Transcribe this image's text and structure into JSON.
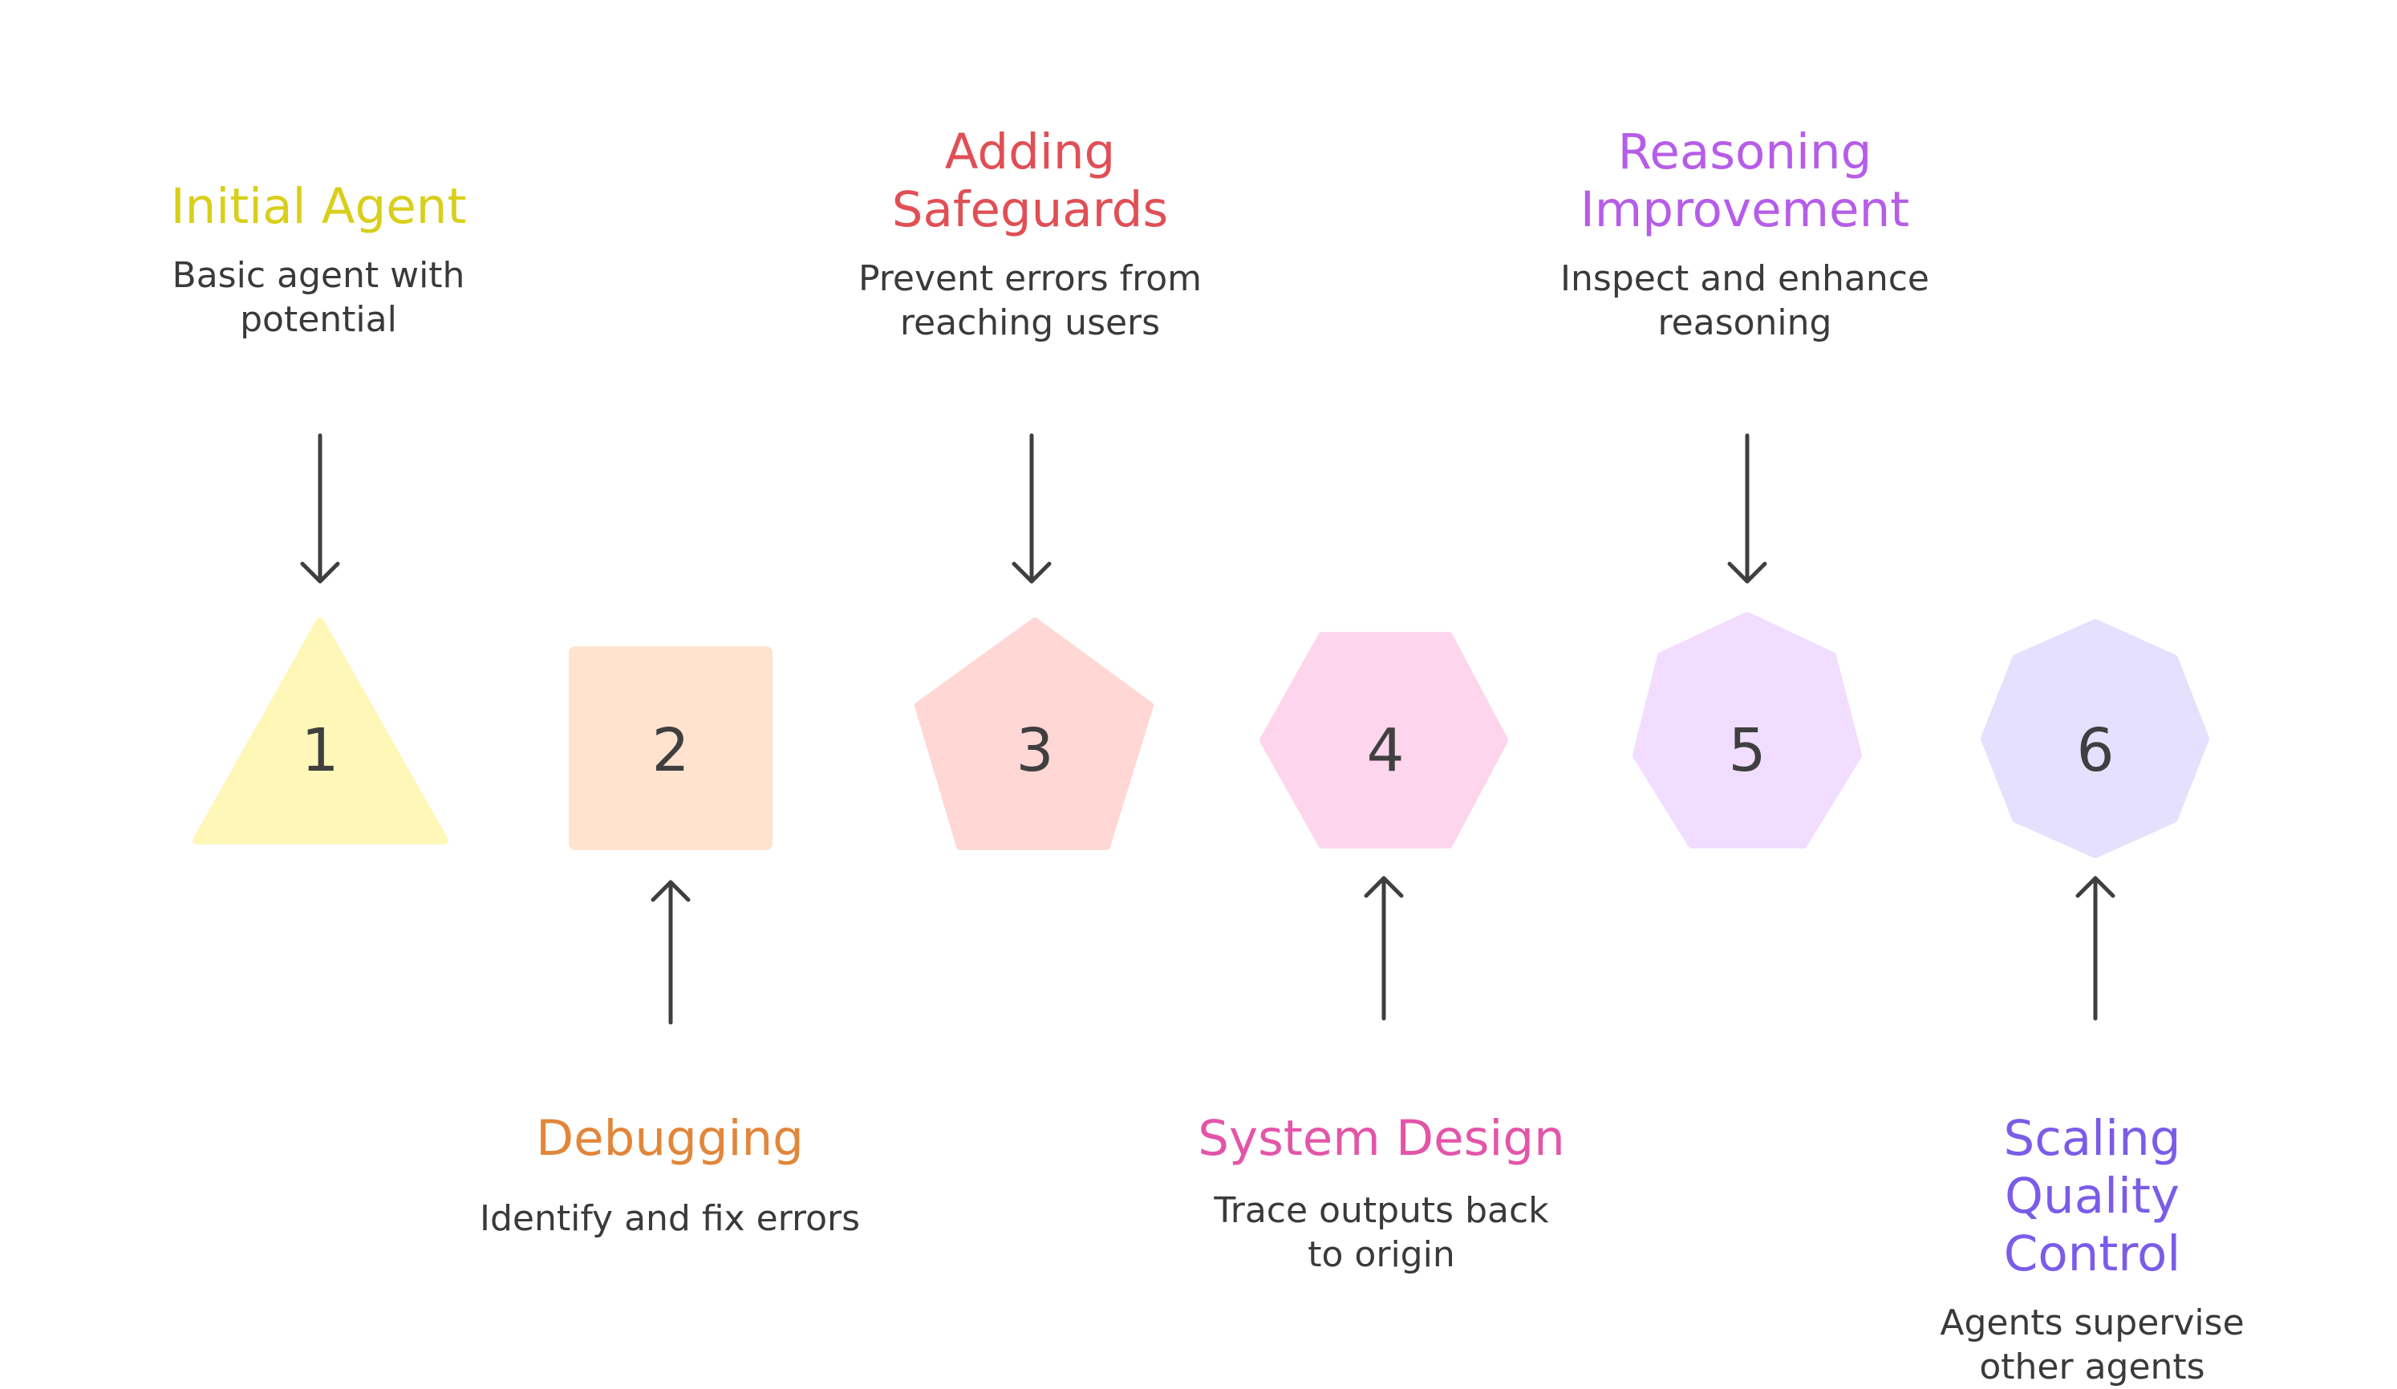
{
  "steps": [
    {
      "number": "1",
      "title": "Initial Agent",
      "description": "Basic agent with\npotential",
      "title_color": "#d9cf1a",
      "shape": "triangle",
      "fill": "#fef7b8",
      "arrow": "down"
    },
    {
      "number": "2",
      "title": "Debugging",
      "description": "Identify and fix errors",
      "title_color": "#e2863a",
      "shape": "square",
      "fill": "#ffe3ce",
      "arrow": "up"
    },
    {
      "number": "3",
      "title": "Adding\nSafeguards",
      "description": "Prevent errors from\nreaching users",
      "title_color": "#e04f55",
      "shape": "pentagon",
      "fill": "#ffd7d5",
      "arrow": "down"
    },
    {
      "number": "4",
      "title": "System Design",
      "description": "Trace outputs back\nto origin",
      "title_color": "#e355a8",
      "shape": "hexagon",
      "fill": "#fdd6ed",
      "arrow": "up"
    },
    {
      "number": "5",
      "title": "Reasoning\nImprovement",
      "description": "Inspect and enhance\nreasoning",
      "title_color": "#b65de8",
      "shape": "heptagon",
      "fill": "#f1ddff",
      "arrow": "down"
    },
    {
      "number": "6",
      "title": "Scaling Quality\nControl",
      "description": "Agents supervise\nother agents",
      "title_color": "#7a5ce8",
      "shape": "octagon",
      "fill": "#e5e0fe",
      "arrow": "up"
    }
  ],
  "arrow_color": "#3f3f3f"
}
